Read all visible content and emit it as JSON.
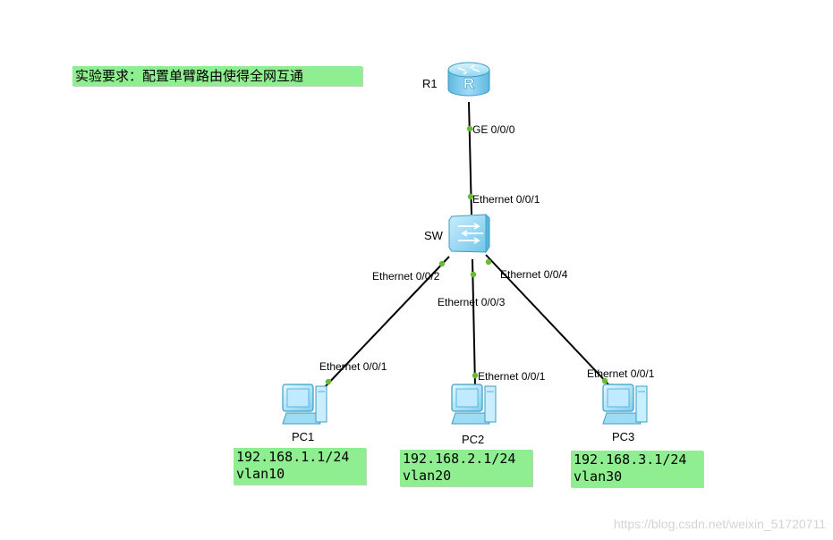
{
  "requirement": "实验要求：配置单臂路由使得全网互通",
  "devices": {
    "router": {
      "name": "R1",
      "icon_text": "R"
    },
    "switch": {
      "name": "SW"
    },
    "pcs": [
      {
        "name": "PC1",
        "ip": "192.168.1.1/24",
        "vlan": "vlan10"
      },
      {
        "name": "PC2",
        "ip": "192.168.2.1/24",
        "vlan": "vlan20"
      },
      {
        "name": "PC3",
        "ip": "192.168.3.1/24",
        "vlan": "vlan30"
      }
    ]
  },
  "ports": {
    "r1_ge": "GE 0/0/0",
    "sw_e1": "Ethernet 0/0/1",
    "sw_e2": "Ethernet 0/0/2",
    "sw_e3": "Ethernet 0/0/3",
    "sw_e4": "Ethernet 0/0/4",
    "pc1_e1": "Ethernet 0/0/1",
    "pc2_e1": "Ethernet 0/0/1",
    "pc3_e1": "Ethernet 0/0/1"
  },
  "colors": {
    "note_bg": "#8fee8f",
    "link": "#000000",
    "port_dot": "#66bb33",
    "device_blue": "#7fd0f0"
  },
  "watermark": "https://blog.csdn.net/weixin_51720711"
}
